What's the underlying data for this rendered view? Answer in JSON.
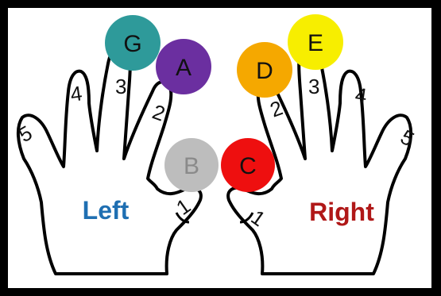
{
  "hands": {
    "left": {
      "label": "Left",
      "color": "#1f6fb2"
    },
    "right": {
      "label": "Right",
      "color": "#b01818"
    }
  },
  "finger_numbers": {
    "left": [
      "1",
      "2",
      "3",
      "4",
      "5"
    ],
    "right": [
      "1",
      "2",
      "3",
      "4",
      "5"
    ]
  },
  "notes": [
    {
      "letter": "G",
      "color": "#2e9a9a",
      "text_color": "#111111",
      "hand": "left",
      "finger": "3"
    },
    {
      "letter": "A",
      "color": "#6b2fa0",
      "text_color": "#111111",
      "hand": "left",
      "finger": "2"
    },
    {
      "letter": "B",
      "color": "#bdbdbd",
      "text_color": "#8a8a8a",
      "hand": "left",
      "finger": "1"
    },
    {
      "letter": "C",
      "color": "#ee0f0f",
      "text_color": "#111111",
      "hand": "right",
      "finger": "1"
    },
    {
      "letter": "D",
      "color": "#f5a800",
      "text_color": "#111111",
      "hand": "right",
      "finger": "2"
    },
    {
      "letter": "E",
      "color": "#f7ee00",
      "text_color": "#111111",
      "hand": "right",
      "finger": "3"
    }
  ]
}
